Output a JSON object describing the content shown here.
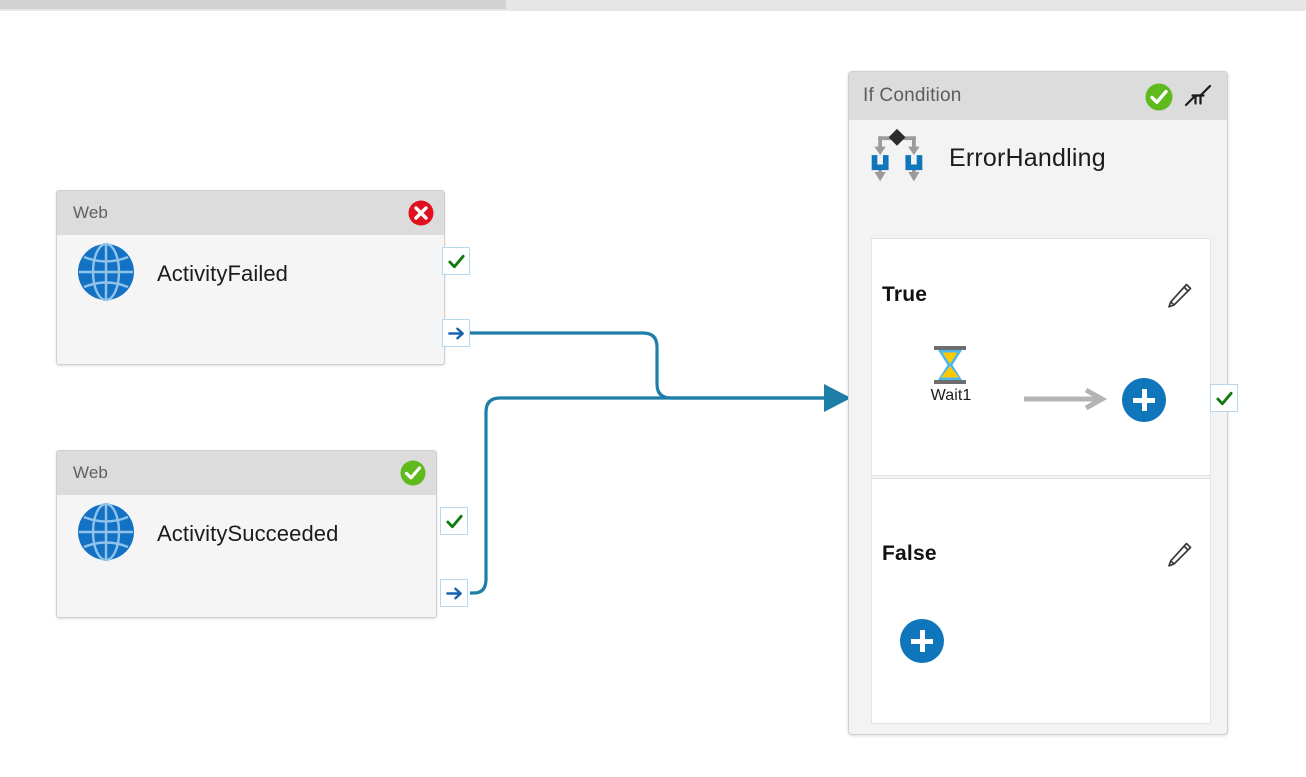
{
  "scrollbar": {
    "name": "horizontal-scrollbar"
  },
  "activities": [
    {
      "type_label": "Web",
      "name": "ActivityFailed",
      "status": "failed",
      "status_icon": "error-circle-icon",
      "icon": "globe-icon",
      "ports": [
        {
          "icon": "checkmark-icon",
          "kind": "success-port"
        },
        {
          "icon": "arrow-right-icon",
          "kind": "completion-port"
        }
      ]
    },
    {
      "type_label": "Web",
      "name": "ActivitySucceeded",
      "status": "succeeded",
      "status_icon": "success-circle-icon",
      "icon": "globe-icon",
      "ports": [
        {
          "icon": "checkmark-icon",
          "kind": "success-port"
        },
        {
          "icon": "arrow-right-icon",
          "kind": "completion-port"
        }
      ]
    }
  ],
  "condition": {
    "header_title": "If Condition",
    "status": "succeeded",
    "status_icon": "success-circle-icon",
    "collapse_icon": "collapse-icon",
    "activity_icon": "if-condition-icon",
    "name": "ErrorHandling",
    "output_port": {
      "icon": "checkmark-icon",
      "kind": "success-port"
    },
    "branches": [
      {
        "label": "True",
        "edit_icon": "pencil-icon",
        "nodes": [
          {
            "icon": "hourglass-icon",
            "label": "Wait1"
          }
        ],
        "connector_icon": "arrow-right-icon",
        "add_label": "+",
        "add_name": "add-activity-button-true"
      },
      {
        "label": "False",
        "edit_icon": "pencil-icon",
        "nodes": [],
        "add_label": "+",
        "add_name": "add-activity-button-false"
      }
    ]
  },
  "colors": {
    "link": "#1d7ea8",
    "accent_blue": "#0f76bc",
    "success_green": "#5fba1e",
    "error_red": "#e2101e",
    "check_dark_green": "#117a11",
    "header_gray": "#dcdcdc",
    "card_body": "#f5f5f5"
  }
}
